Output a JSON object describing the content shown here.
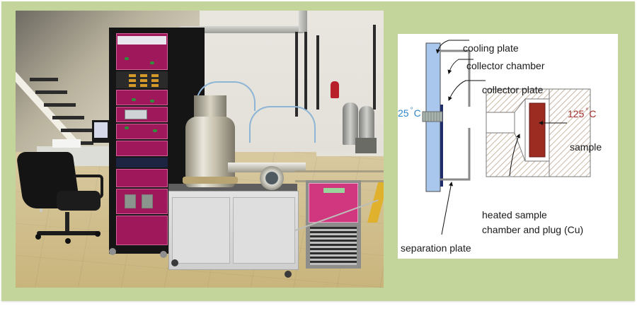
{
  "photo": {
    "subject": "laboratory-apparatus-photo",
    "colors": {
      "frame": "#c3d59b",
      "rack_panel": "#a0185c",
      "chiller_panel": "#d1377f"
    }
  },
  "diagram": {
    "labels": {
      "cooling_plate": "cooling plate",
      "collector_chamber": "collector chamber",
      "collector_plate": "collector plate",
      "sample": "sample",
      "heated_chamber_line1": "heated sample",
      "heated_chamber_line2": "chamber and plug (Cu)",
      "separation_plate": "separation plate"
    },
    "temperatures": {
      "cold_value": "25",
      "hot_value": "125",
      "degree_symbol": "°",
      "unit": "C"
    },
    "colors": {
      "cooling_plate_fill": "#a9c6ec",
      "collector_plate_fill": "#1f2d6b",
      "sample_fill": "#9c2b22",
      "hatch": "#c9b8a4",
      "cold_text": "#2f86c8",
      "hot_text": "#a3302c"
    }
  }
}
